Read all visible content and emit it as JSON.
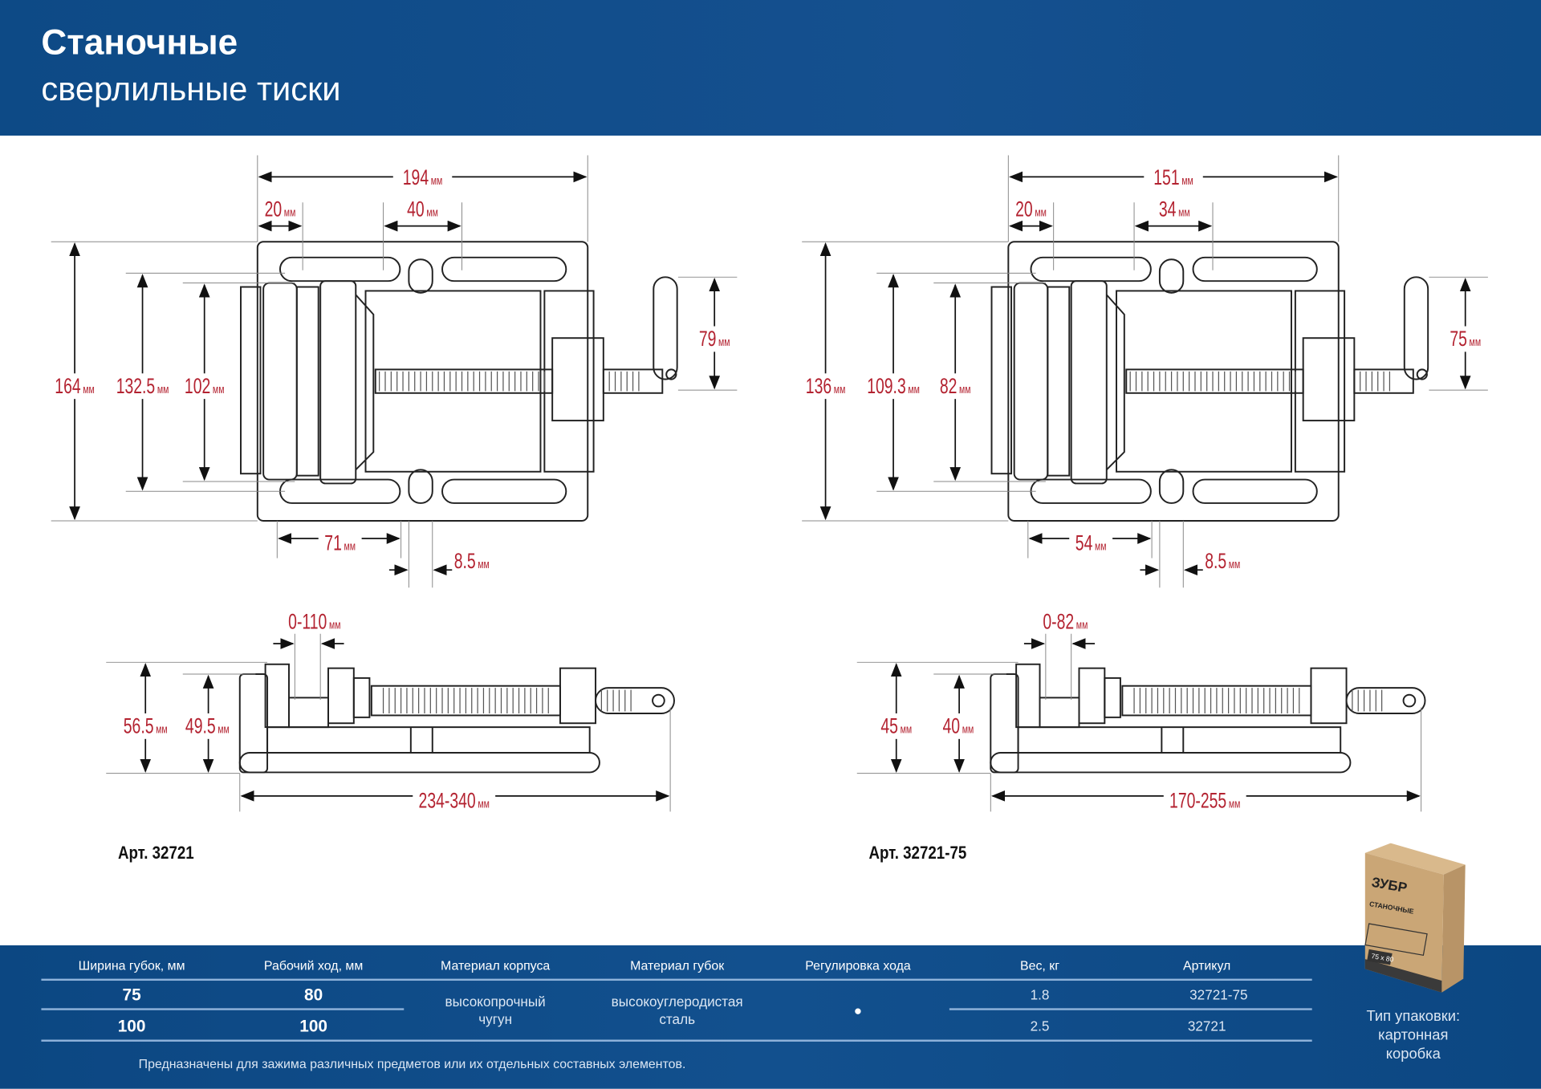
{
  "header": {
    "title": "Станочные",
    "subtitle": "сверлильные тиски"
  },
  "unit": "мм",
  "left": {
    "article": "Арт. 32721",
    "dims": {
      "total_width": "194",
      "offset": "20",
      "slot_pitch": "40",
      "height_total": "164",
      "height_inner": "132.5",
      "height_slot": "102",
      "handle": "79",
      "jaw_offset": "71",
      "slot_width": "8.5",
      "opening": "0-110",
      "side_h1": "56.5",
      "side_h2": "49.5",
      "length": "234-340"
    }
  },
  "right": {
    "article": "Арт. 32721-75",
    "dims": {
      "total_width": "151",
      "offset": "20",
      "slot_pitch": "34",
      "height_total": "136",
      "height_inner": "109.3",
      "height_slot": "82",
      "handle": "75",
      "jaw_offset": "54",
      "slot_width": "8.5",
      "opening": "0-82",
      "side_h1": "45",
      "side_h2": "40",
      "length": "170-255"
    }
  },
  "table": {
    "headers": [
      "Ширина губок, мм",
      "Рабочий ход, мм",
      "Материал корпуса",
      "Материал губок",
      "Регулировка хода",
      "Вес, кг",
      "Артикул"
    ],
    "rows": [
      {
        "width": "75",
        "travel": "80",
        "weight": "1.8",
        "article": "32721-75"
      },
      {
        "width": "100",
        "travel": "100",
        "weight": "2.5",
        "article": "32721"
      }
    ],
    "body_material": [
      "высокопрочный",
      "чугун"
    ],
    "jaw_material": [
      "высокоуглеродистая",
      "сталь"
    ],
    "adjust": "●",
    "footnote": "Предназначены для зажима различных предметов или их отдельных составных элементов."
  },
  "package": {
    "line1": "Тип упаковки:",
    "line2": "картонная коробка",
    "brand": "ЗУБР",
    "box_title": "СТАНОЧНЫЕ",
    "box_size": "75 x 80"
  }
}
